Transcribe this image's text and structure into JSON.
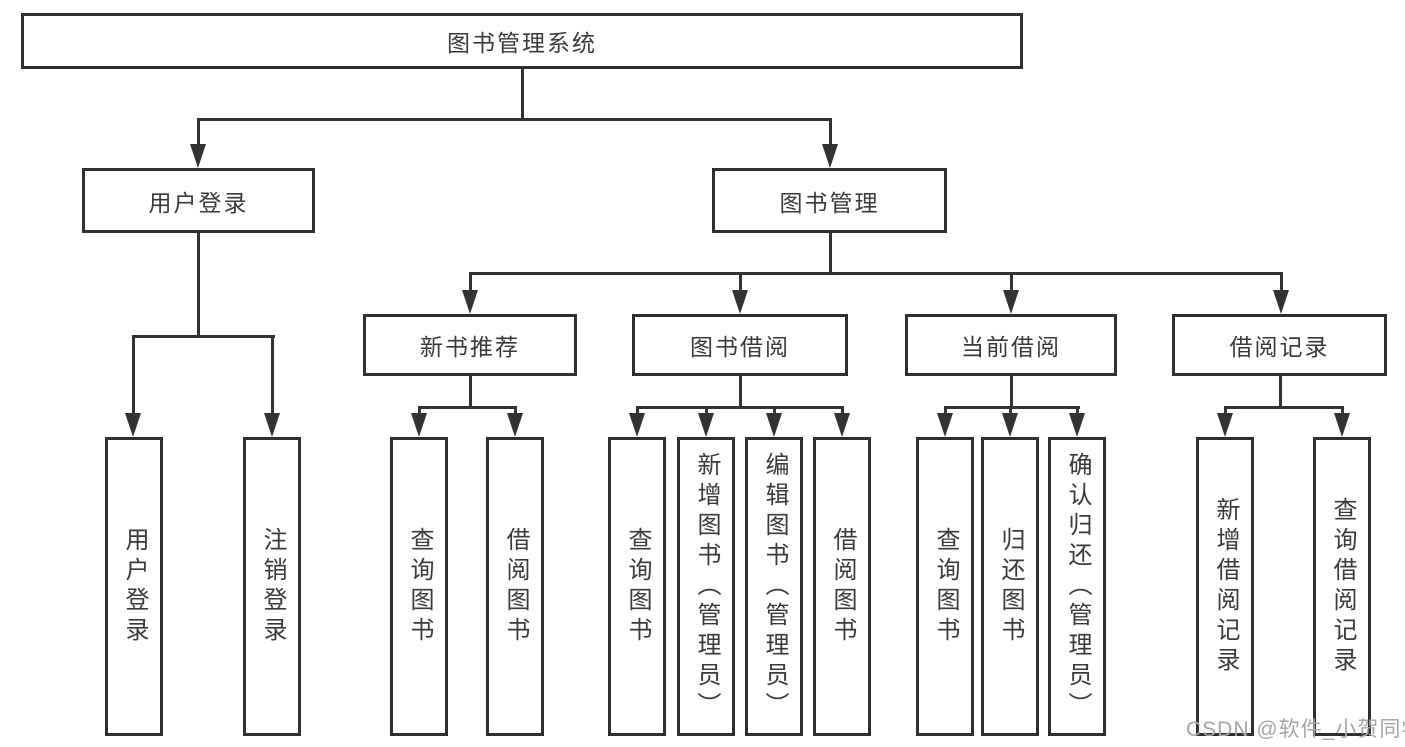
{
  "diagram": {
    "root": {
      "label": "图书管理系统"
    },
    "level2": [
      {
        "label": "用户登录"
      },
      {
        "label": "图书管理"
      }
    ],
    "level3": [
      {
        "label": "新书推荐"
      },
      {
        "label": "图书借阅"
      },
      {
        "label": "当前借阅"
      },
      {
        "label": "借阅记录"
      }
    ],
    "leaves": [
      {
        "label": "用户登录"
      },
      {
        "label": "注销登录"
      },
      {
        "label": "查询图书"
      },
      {
        "label": "借阅图书"
      },
      {
        "label": "查询图书"
      },
      {
        "label": "新增图书（管理员）"
      },
      {
        "label": "编辑图书（管理员）"
      },
      {
        "label": "借阅图书"
      },
      {
        "label": "查询图书"
      },
      {
        "label": "归还图书"
      },
      {
        "label": "确认归还（管理员）"
      },
      {
        "label": "新增借阅记录"
      },
      {
        "label": "查询借阅记录"
      }
    ],
    "colors": {
      "line": "#333333",
      "text": "#3a3a3a",
      "background": "#ffffff",
      "watermark": "#a6a6a6"
    }
  },
  "watermark": {
    "text": "CSDN @软件_小贺同学"
  }
}
